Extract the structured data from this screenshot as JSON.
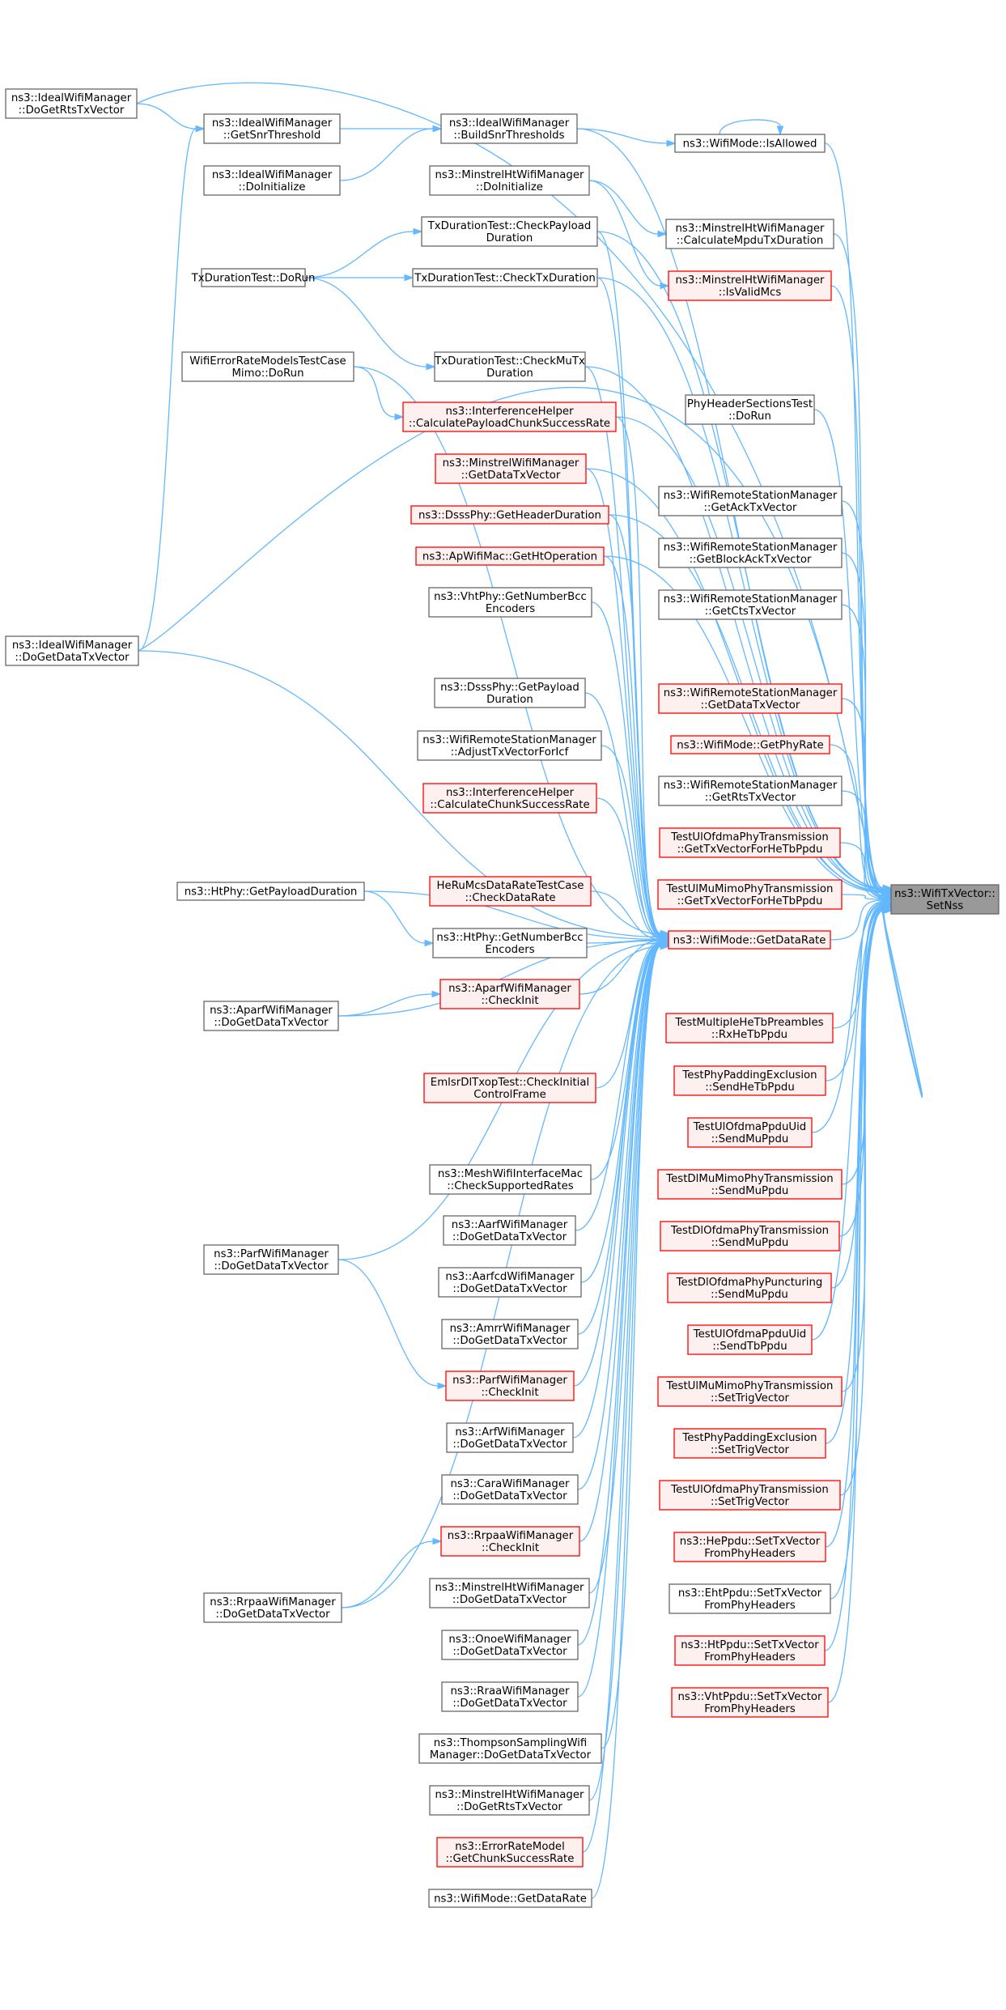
{
  "colors": {
    "edge": "#63b8ff",
    "node_fill_normal": "#ffffff",
    "node_stroke_normal": "#666666",
    "node_fill_red": "#fff0f0",
    "node_stroke_red": "#ff0000",
    "node_fill_target": "#999999",
    "node_stroke_target": "#666666"
  },
  "nodes": [
    {
      "id": "target",
      "style": "target",
      "lines": [
        "ns3::WifiTxVector::",
        "SetNss"
      ]
    },
    {
      "id": "idealRts",
      "style": "normal",
      "lines": [
        "ns3::IdealWifiManager",
        "::DoGetRtsTxVector"
      ]
    },
    {
      "id": "idealData",
      "style": "normal",
      "lines": [
        "ns3::IdealWifiManager",
        "::DoGetDataTxVector"
      ]
    },
    {
      "id": "wifiErr",
      "style": "normal",
      "lines": [
        "WifiErrorRateModelsTestCase",
        "Mimo::DoRun"
      ]
    },
    {
      "id": "txDurRun",
      "style": "normal",
      "lines": [
        "TxDurationTest::DoRun"
      ]
    },
    {
      "id": "htPhyPay",
      "style": "normal",
      "lines": [
        "ns3::HtPhy::GetPayloadDuration"
      ]
    },
    {
      "id": "aparfData",
      "style": "normal",
      "lines": [
        "ns3::AparfWifiManager",
        "::DoGetDataTxVector"
      ]
    },
    {
      "id": "parfData",
      "style": "normal",
      "lines": [
        "ns3::ParfWifiManager",
        "::DoGetDataTxVector"
      ]
    },
    {
      "id": "rrpaaData",
      "style": "normal",
      "lines": [
        "ns3::RrpaaWifiManager",
        "::DoGetDataTxVector"
      ]
    },
    {
      "id": "getSnr",
      "style": "normal",
      "lines": [
        "ns3::IdealWifiManager",
        "::GetSnrThreshold"
      ]
    },
    {
      "id": "idealInit",
      "style": "normal",
      "lines": [
        "ns3::IdealWifiManager",
        "::DoInitialize"
      ]
    },
    {
      "id": "buildSnr",
      "style": "normal",
      "lines": [
        "ns3::IdealWifiManager",
        "::BuildSnrThresholds"
      ]
    },
    {
      "id": "minHtInit",
      "style": "normal",
      "lines": [
        "ns3::MinstrelHtWifiManager",
        "::DoInitialize"
      ]
    },
    {
      "id": "chkPayload",
      "style": "normal",
      "lines": [
        "TxDurationTest::CheckPayload",
        "Duration"
      ]
    },
    {
      "id": "chkTx",
      "style": "normal",
      "lines": [
        "TxDurationTest::CheckTxDuration"
      ]
    },
    {
      "id": "chkMuTx",
      "style": "normal",
      "lines": [
        "TxDurationTest::CheckMuTx",
        "Duration"
      ]
    },
    {
      "id": "ihPayload",
      "style": "red",
      "lines": [
        "ns3::InterferenceHelper",
        "::CalculatePayloadChunkSuccessRate"
      ]
    },
    {
      "id": "minGetData",
      "style": "red",
      "lines": [
        "ns3::MinstrelWifiManager",
        "::GetDataTxVector"
      ]
    },
    {
      "id": "dsssHdr",
      "style": "red",
      "lines": [
        "ns3::DsssPhy::GetHeaderDuration"
      ]
    },
    {
      "id": "apHt",
      "style": "red",
      "lines": [
        "ns3::ApWifiMac::GetHtOperation"
      ]
    },
    {
      "id": "vhtBcc",
      "style": "normal",
      "lines": [
        "ns3::VhtPhy::GetNumberBcc",
        "Encoders"
      ]
    },
    {
      "id": "dsssPay",
      "style": "normal",
      "lines": [
        "ns3::DsssPhy::GetPayload",
        "Duration"
      ]
    },
    {
      "id": "adjustIcf",
      "style": "normal",
      "lines": [
        "ns3::WifiRemoteStationManager",
        "::AdjustTxVectorForIcf"
      ]
    },
    {
      "id": "ihChunk",
      "style": "red",
      "lines": [
        "ns3::InterferenceHelper",
        "::CalculateChunkSuccessRate"
      ]
    },
    {
      "id": "heRu",
      "style": "red",
      "lines": [
        "HeRuMcsDataRateTestCase",
        "::CheckDataRate"
      ]
    },
    {
      "id": "htBcc",
      "style": "normal",
      "lines": [
        "ns3::HtPhy::GetNumberBcc",
        "Encoders"
      ]
    },
    {
      "id": "aparfInit",
      "style": "red",
      "lines": [
        "ns3::AparfWifiManager",
        "::CheckInit"
      ]
    },
    {
      "id": "emlsr",
      "style": "red",
      "lines": [
        "EmlsrDlTxopTest::CheckInitial",
        "ControlFrame"
      ]
    },
    {
      "id": "mesh",
      "style": "normal",
      "lines": [
        "ns3::MeshWifiInterfaceMac",
        "::CheckSupportedRates"
      ]
    },
    {
      "id": "aarf",
      "style": "normal",
      "lines": [
        "ns3::AarfWifiManager",
        "::DoGetDataTxVector"
      ]
    },
    {
      "id": "aarfcd",
      "style": "normal",
      "lines": [
        "ns3::AarfcdWifiManager",
        "::DoGetDataTxVector"
      ]
    },
    {
      "id": "amrr",
      "style": "normal",
      "lines": [
        "ns3::AmrrWifiManager",
        "::DoGetDataTxVector"
      ]
    },
    {
      "id": "parfInit",
      "style": "red",
      "lines": [
        "ns3::ParfWifiManager",
        "::CheckInit"
      ]
    },
    {
      "id": "arf",
      "style": "normal",
      "lines": [
        "ns3::ArfWifiManager",
        "::DoGetDataTxVector"
      ]
    },
    {
      "id": "cara",
      "style": "normal",
      "lines": [
        "ns3::CaraWifiManager",
        "::DoGetDataTxVector"
      ]
    },
    {
      "id": "rrpaaInit",
      "style": "red",
      "lines": [
        "ns3::RrpaaWifiManager",
        "::CheckInit"
      ]
    },
    {
      "id": "minHtData",
      "style": "normal",
      "lines": [
        "ns3::MinstrelHtWifiManager",
        "::DoGetDataTxVector"
      ]
    },
    {
      "id": "onoe",
      "style": "normal",
      "lines": [
        "ns3::OnoeWifiManager",
        "::DoGetDataTxVector"
      ]
    },
    {
      "id": "rraa",
      "style": "normal",
      "lines": [
        "ns3::RraaWifiManager",
        "::DoGetDataTxVector"
      ]
    },
    {
      "id": "thompson",
      "style": "normal",
      "lines": [
        "ns3::ThompsonSamplingWifi",
        "Manager::DoGetDataTxVector"
      ]
    },
    {
      "id": "minHtRts",
      "style": "normal",
      "lines": [
        "ns3::MinstrelHtWifiManager",
        "::DoGetRtsTxVector"
      ]
    },
    {
      "id": "errChunk",
      "style": "red",
      "lines": [
        "ns3::ErrorRateModel",
        "::GetChunkSuccessRate"
      ]
    },
    {
      "id": "getRate2",
      "style": "normal",
      "lines": [
        "ns3::WifiMode::GetDataRate"
      ]
    },
    {
      "id": "isAllowed",
      "style": "normal",
      "lines": [
        "ns3::WifiMode::IsAllowed"
      ]
    },
    {
      "id": "calcMpdu",
      "style": "normal",
      "lines": [
        "ns3::MinstrelHtWifiManager",
        "::CalculateMpduTxDuration"
      ]
    },
    {
      "id": "isValidMcs",
      "style": "red",
      "lines": [
        "ns3::MinstrelHtWifiManager",
        "::IsValidMcs"
      ]
    },
    {
      "id": "phyHdr",
      "style": "normal",
      "lines": [
        "PhyHeaderSectionsTest",
        "::DoRun"
      ]
    },
    {
      "id": "getAck",
      "style": "normal",
      "lines": [
        "ns3::WifiRemoteStationManager",
        "::GetAckTxVector"
      ]
    },
    {
      "id": "getBlockAck",
      "style": "normal",
      "lines": [
        "ns3::WifiRemoteStationManager",
        "::GetBlockAckTxVector"
      ]
    },
    {
      "id": "getCts",
      "style": "normal",
      "lines": [
        "ns3::WifiRemoteStationManager",
        "::GetCtsTxVector"
      ]
    },
    {
      "id": "getDataTx",
      "style": "red",
      "lines": [
        "ns3::WifiRemoteStationManager",
        "::GetDataTxVector"
      ]
    },
    {
      "id": "phyRate",
      "style": "red",
      "lines": [
        "ns3::WifiMode::GetPhyRate"
      ]
    },
    {
      "id": "getRts",
      "style": "normal",
      "lines": [
        "ns3::WifiRemoteStationManager",
        "::GetRtsTxVector"
      ]
    },
    {
      "id": "ulOfdmaTx",
      "style": "red",
      "lines": [
        "TestUlOfdmaPhyTransmission",
        "::GetTxVectorForHeTbPpdu"
      ]
    },
    {
      "id": "ulMuMimoTx",
      "style": "red",
      "lines": [
        "TestUlMuMimoPhyTransmission",
        "::GetTxVectorForHeTbPpdu"
      ]
    },
    {
      "id": "getRate",
      "style": "red",
      "lines": [
        "ns3::WifiMode::GetDataRate"
      ]
    },
    {
      "id": "multiHe",
      "style": "red",
      "lines": [
        "TestMultipleHeTbPreambles",
        "::RxHeTbPpdu"
      ]
    },
    {
      "id": "padSend",
      "style": "red",
      "lines": [
        "TestPhyPaddingExclusion",
        "::SendHeTbPpdu"
      ]
    },
    {
      "id": "ulUidMu",
      "style": "red",
      "lines": [
        "TestUlOfdmaPpduUid",
        "::SendMuPpdu"
      ]
    },
    {
      "id": "dlMuMimo",
      "style": "red",
      "lines": [
        "TestDlMuMimoPhyTransmission",
        "::SendMuPpdu"
      ]
    },
    {
      "id": "dlOfdma",
      "style": "red",
      "lines": [
        "TestDlOfdmaPhyTransmission",
        "::SendMuPpdu"
      ]
    },
    {
      "id": "dlPunct",
      "style": "red",
      "lines": [
        "TestDlOfdmaPhyPuncturing",
        "::SendMuPpdu"
      ]
    },
    {
      "id": "ulUidTb",
      "style": "red",
      "lines": [
        "TestUlOfdmaPpduUid",
        "::SendTbPpdu"
      ]
    },
    {
      "id": "ulMuTrig",
      "style": "red",
      "lines": [
        "TestUlMuMimoPhyTransmission",
        "::SetTrigVector"
      ]
    },
    {
      "id": "padTrig",
      "style": "red",
      "lines": [
        "TestPhyPaddingExclusion",
        "::SetTrigVector"
      ]
    },
    {
      "id": "ulOfdmaTrig",
      "style": "red",
      "lines": [
        "TestUlOfdmaPhyTransmission",
        "::SetTrigVector"
      ]
    },
    {
      "id": "hePpdu",
      "style": "red",
      "lines": [
        "ns3::HePpdu::SetTxVector",
        "FromPhyHeaders"
      ]
    },
    {
      "id": "ehtPpdu",
      "style": "normal",
      "lines": [
        "ns3::EhtPpdu::SetTxVector",
        "FromPhyHeaders"
      ]
    },
    {
      "id": "htPpdu",
      "style": "red",
      "lines": [
        "ns3::HtPpdu::SetTxVector",
        "FromPhyHeaders"
      ]
    },
    {
      "id": "vhtPpdu",
      "style": "red",
      "lines": [
        "ns3::VhtPpdu::SetTxVector",
        "FromPhyHeaders"
      ]
    }
  ]
}
